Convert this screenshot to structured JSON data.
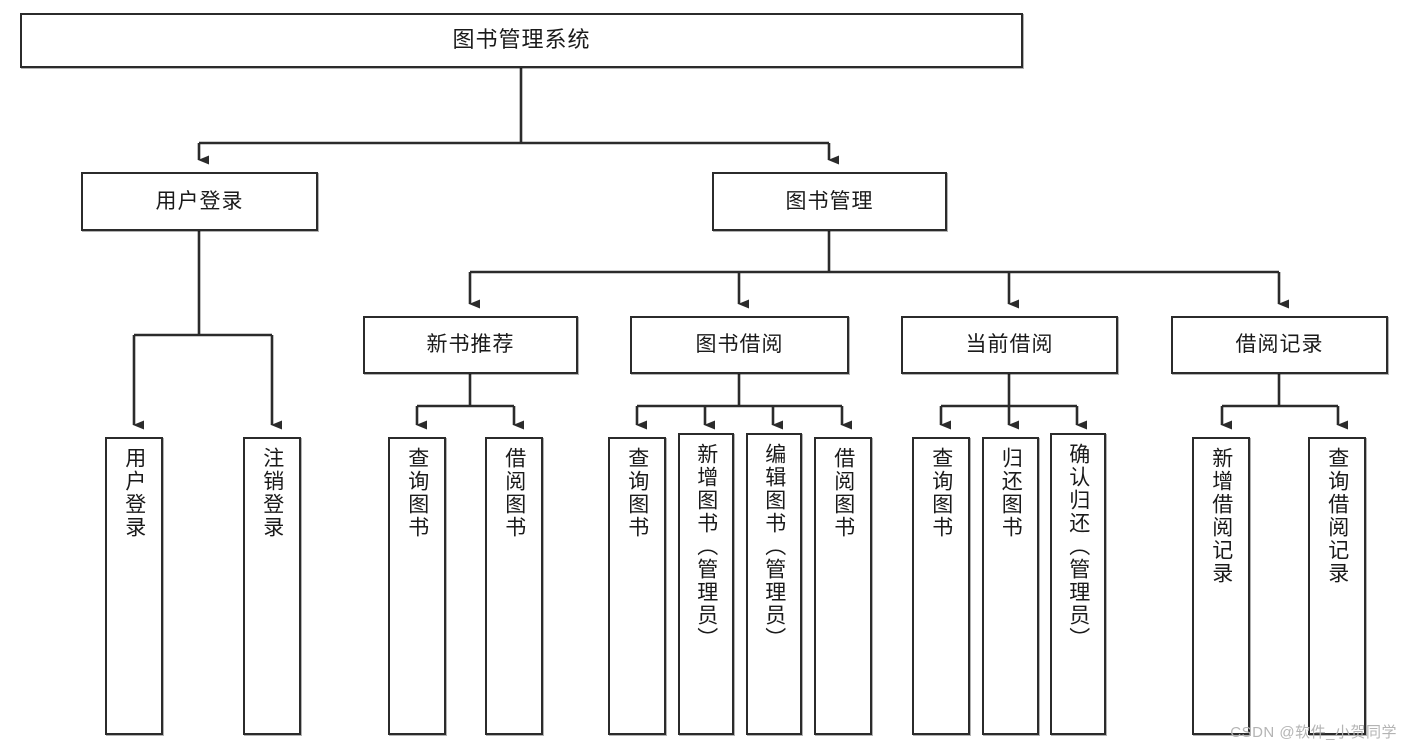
{
  "diagram": {
    "title": "图书管理系统",
    "type": "tree",
    "watermark": "CSDN @软件_小贺同学",
    "colors": {
      "stroke": "#2b2b2b",
      "fill": "#ffffff",
      "text": "#1a1a1a",
      "watermark": "#b4b4b4"
    },
    "levels": {
      "root": {
        "label": "图书管理系统"
      },
      "level2": [
        {
          "label": "用户登录"
        },
        {
          "label": "图书管理"
        }
      ],
      "level3": [
        {
          "label": "新书推荐"
        },
        {
          "label": "图书借阅"
        },
        {
          "label": "当前借阅"
        },
        {
          "label": "借阅记录"
        }
      ],
      "leaves": [
        {
          "label": "用户登录",
          "parent": "用户登录"
        },
        {
          "label": "注销登录",
          "parent": "用户登录"
        },
        {
          "label": "查询图书",
          "parent": "新书推荐"
        },
        {
          "label": "借阅图书",
          "parent": "新书推荐"
        },
        {
          "label": "查询图书",
          "parent": "图书借阅"
        },
        {
          "label": "新增图书（管理员）",
          "parent": "图书借阅"
        },
        {
          "label": "编辑图书（管理员）",
          "parent": "图书借阅"
        },
        {
          "label": "借阅图书",
          "parent": "图书借阅"
        },
        {
          "label": "查询图书",
          "parent": "当前借阅"
        },
        {
          "label": "归还图书",
          "parent": "当前借阅"
        },
        {
          "label": "确认归还（管理员）",
          "parent": "当前借阅"
        },
        {
          "label": "新增借阅记录",
          "parent": "借阅记录"
        },
        {
          "label": "查询借阅记录",
          "parent": "借阅记录"
        }
      ]
    }
  }
}
